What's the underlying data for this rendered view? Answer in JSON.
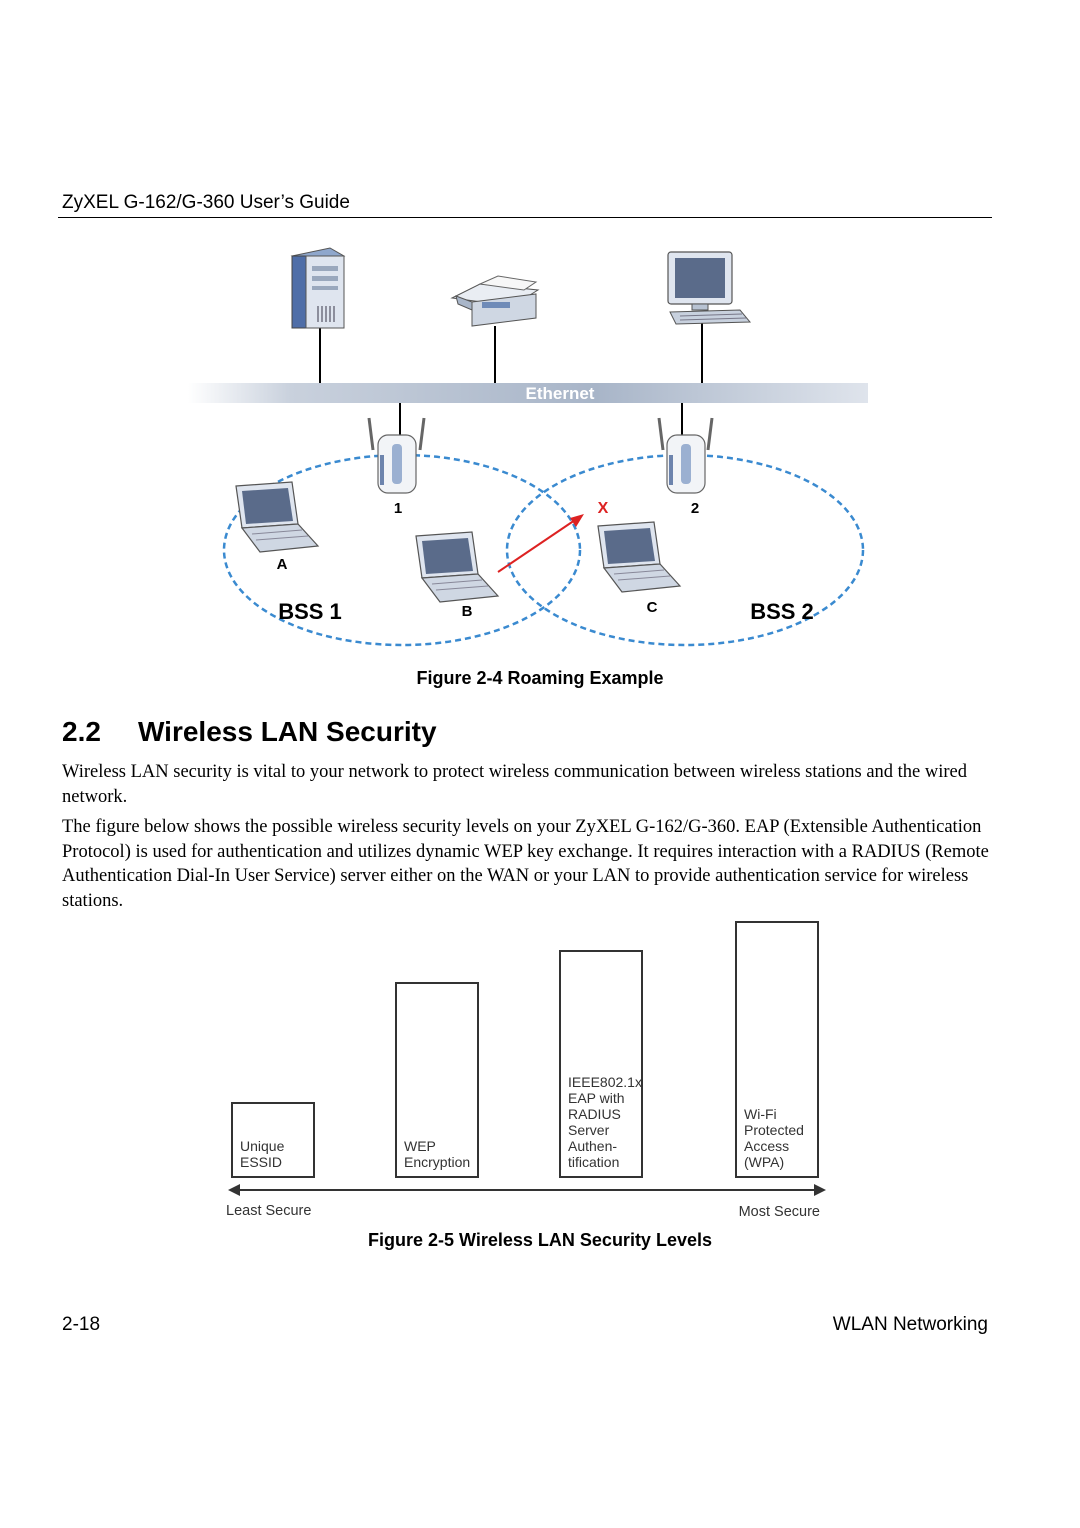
{
  "header": {
    "title": "ZyXEL G-162/G-360 User’s Guide"
  },
  "roaming_figure": {
    "ethernet_label": "Ethernet",
    "ap_labels": [
      "1",
      "2"
    ],
    "station_labels": [
      "A",
      "B",
      "C"
    ],
    "bss_labels": [
      "BSS 1",
      "BSS 2"
    ],
    "blocked_mark": "X",
    "colors": {
      "bss_outline": "#3a8ad0",
      "arrow": "#dd2222",
      "ethernet_band": "#b9c4d6"
    }
  },
  "figure_4_caption": "Figure 2-4 Roaming Example",
  "section": {
    "number": "2.2",
    "title": "Wireless LAN Security"
  },
  "paragraphs": [
    "Wireless LAN security is vital to your network to protect wireless communication between wireless stations and the wired network.",
    "The figure below shows the possible wireless security levels on your ZyXEL G-162/G-360. EAP (Extensible Authentication Protocol) is used for authentication and utilizes dynamic WEP key exchange. It requires interaction with a RADIUS (Remote Authentication Dial-In User Service) server either on the WAN or your LAN to provide authentication service for wireless stations."
  ],
  "security_levels": {
    "levels": [
      {
        "lines": [
          "Unique",
          "ESSID"
        ],
        "rank": 1
      },
      {
        "lines": [
          "WEP",
          "Encryption"
        ],
        "rank": 2
      },
      {
        "lines": [
          "IEEE802.1x",
          "EAP with",
          "RADIUS",
          "Server",
          "Authen-",
          "tification"
        ],
        "rank": 3
      },
      {
        "lines": [
          "Wi-Fi",
          "Protected",
          "Access",
          "(WPA)"
        ],
        "rank": 4
      }
    ],
    "axis_left_label": "Least Secure",
    "axis_right_label": "Most Secure"
  },
  "figure_5_caption": "Figure 2-5 Wireless LAN Security Levels",
  "footer": {
    "page_number": "2-18",
    "section_name": "WLAN Networking"
  }
}
